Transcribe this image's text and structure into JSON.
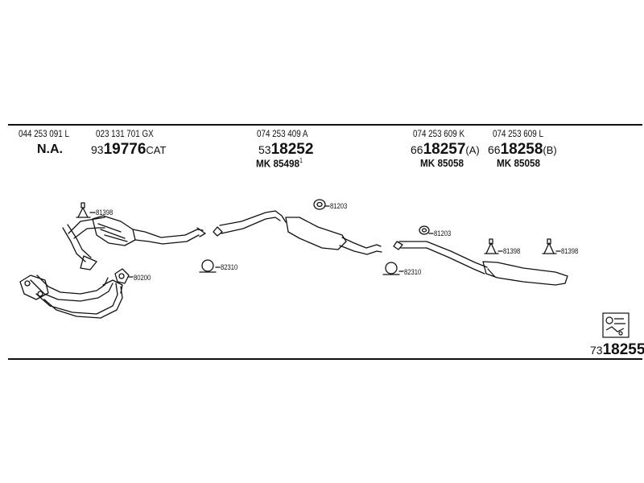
{
  "header": {
    "col1": {
      "pn1": "044 253 091 L",
      "label": "N.A."
    },
    "col2": {
      "pn": "023 131 701 GX",
      "prefix": "93",
      "article": "19776",
      "suffix": "CAT"
    },
    "col3": {
      "pn": "074 253 409 A",
      "prefix": "53",
      "article": "18252",
      "mk_prefix": "MK",
      "mk": "85498",
      "mk_sup": "1"
    },
    "col4": {
      "pn": "074 253 609 K",
      "prefix": "66",
      "article": "18257",
      "suffix": "(A)",
      "mk_prefix": "MK",
      "mk": "85058"
    },
    "col5": {
      "pn": "074 253 609 L",
      "prefix": "66",
      "article": "18258",
      "suffix": "(B)",
      "mk_prefix": "MK",
      "mk": "85058"
    }
  },
  "callouts": {
    "hanger_front": "81398",
    "gasket_front": "80200",
    "clamp_mid": "82310",
    "ring_mid": "81203",
    "ring_rear": "81203",
    "clamp_rear": "82310",
    "hanger_rear1": "81398",
    "hanger_rear2": "81398"
  },
  "kit": {
    "prefix": "73",
    "article": "18255",
    "icon": "mounting-kit-icon"
  }
}
